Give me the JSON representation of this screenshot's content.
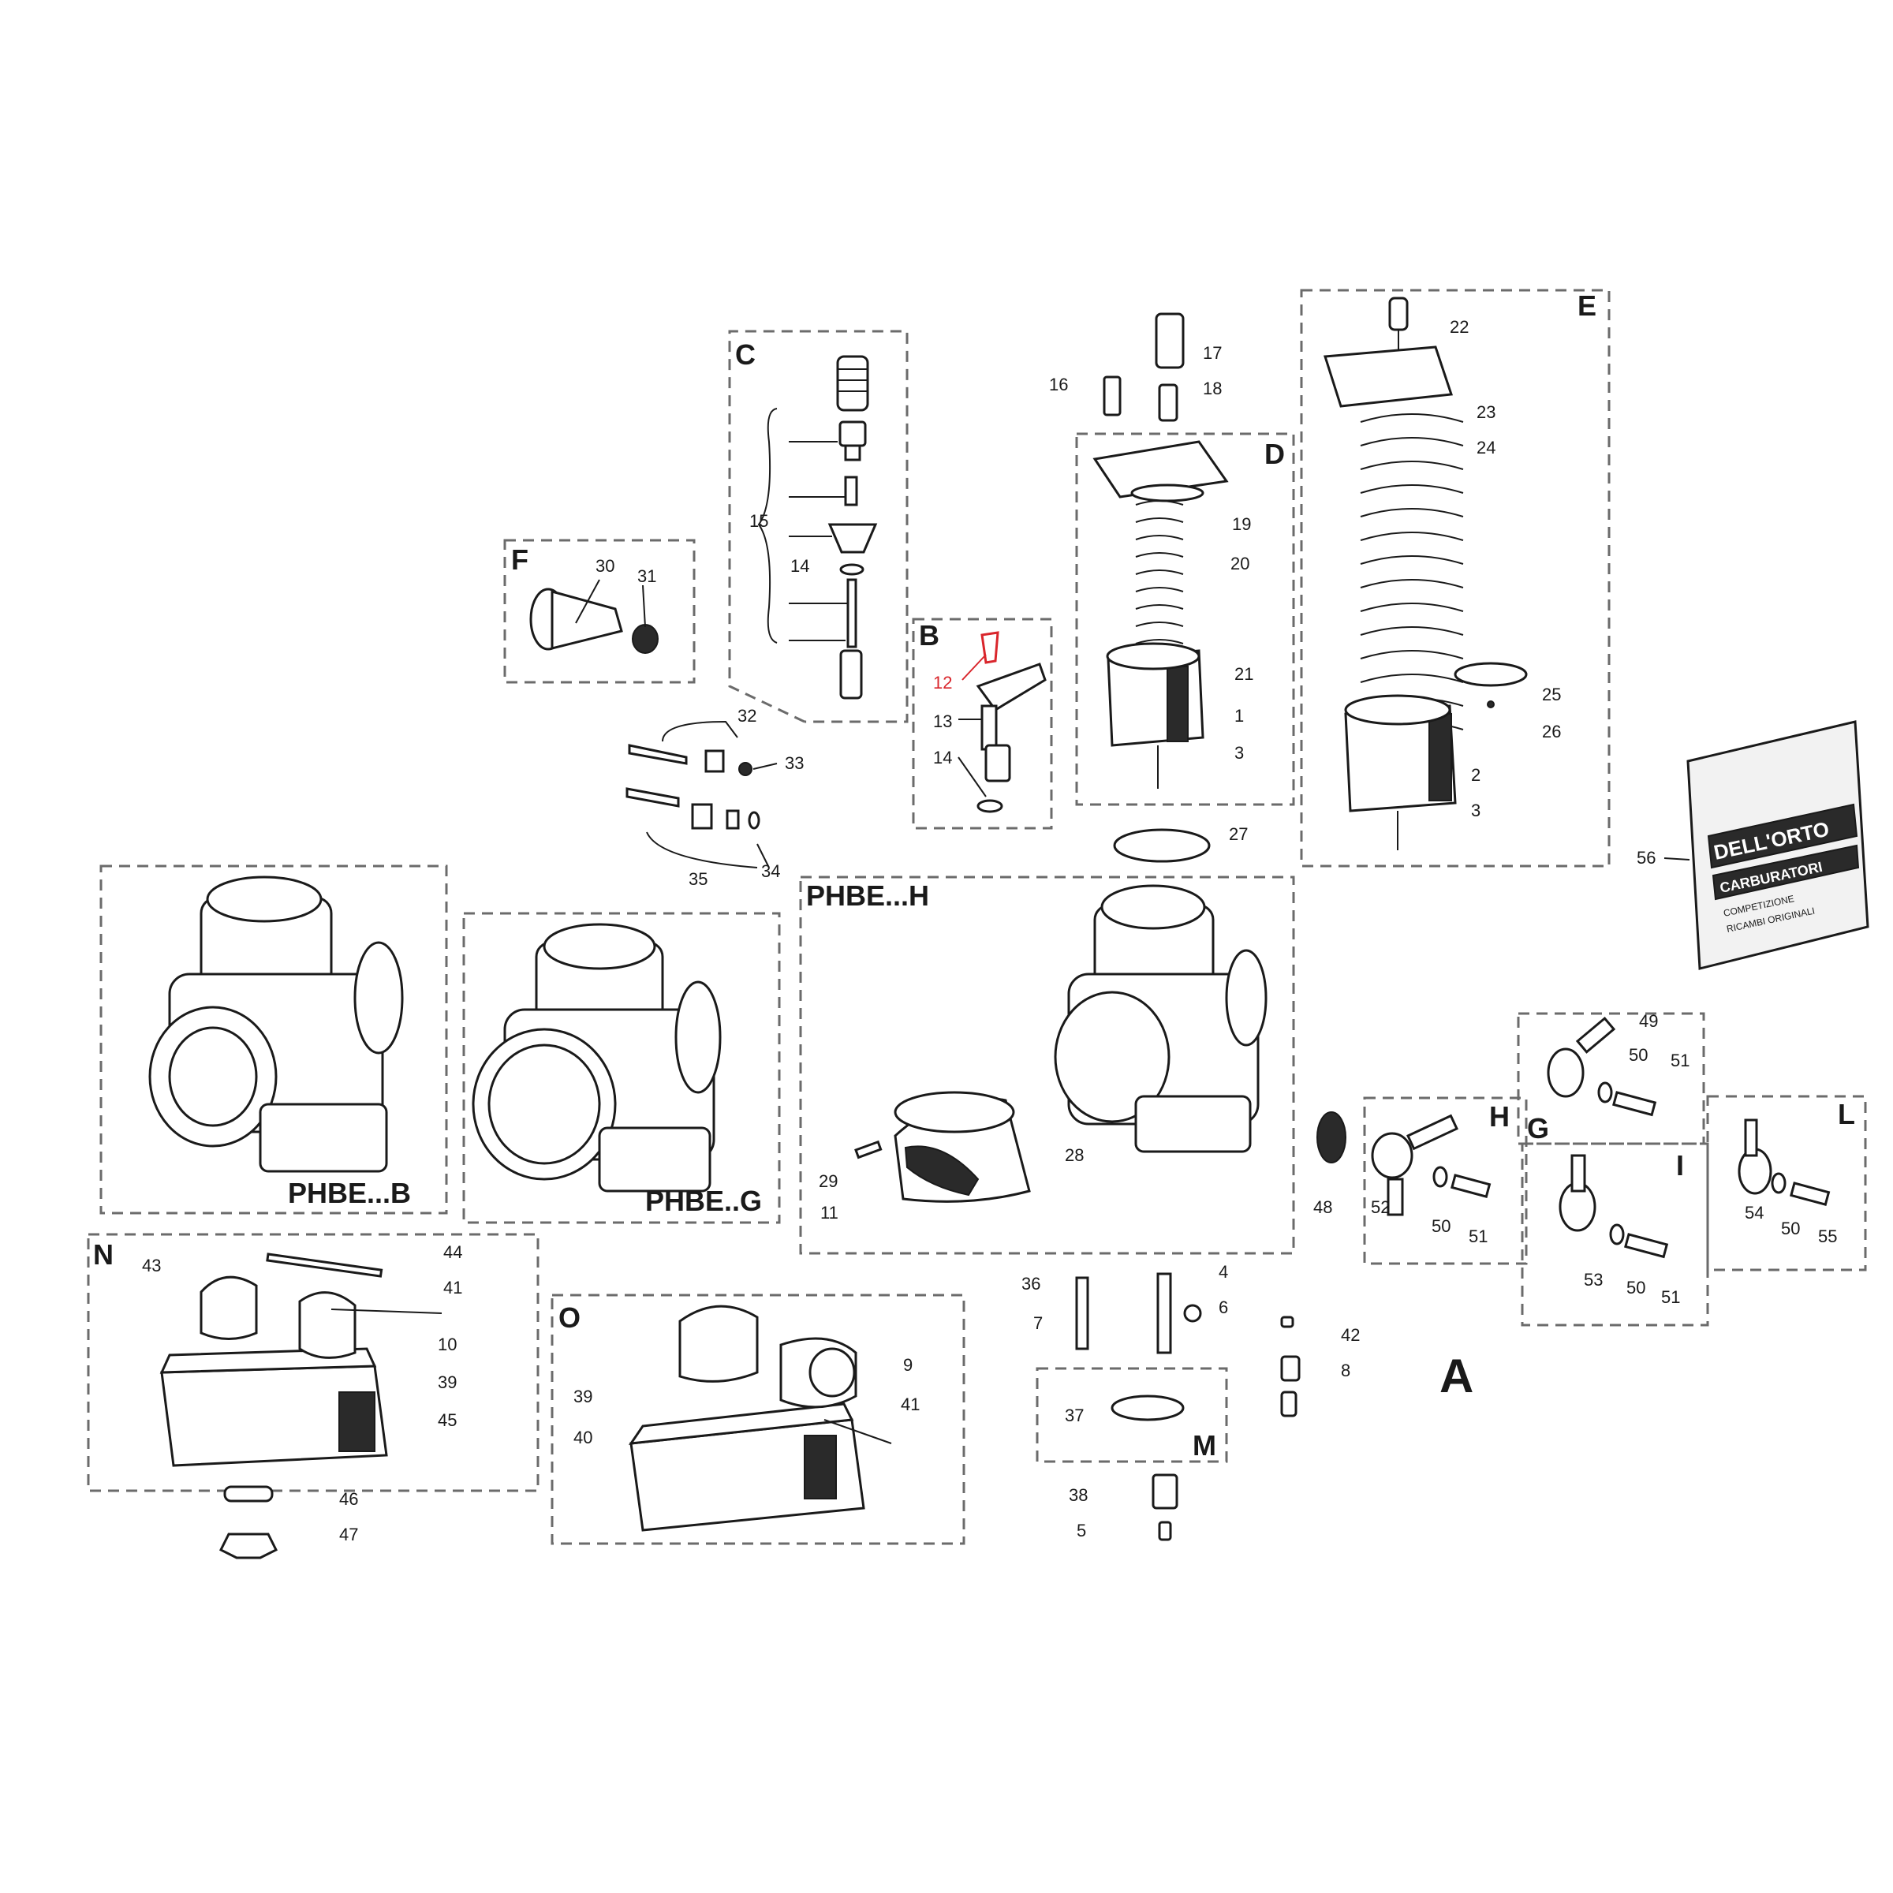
{
  "sections": {
    "c": "C",
    "f": "F",
    "b": "B",
    "d": "D",
    "e": "E",
    "n": "N",
    "o": "O",
    "m": "M",
    "h": "H",
    "g": "G",
    "i": "I",
    "l": "L",
    "assembly": "A"
  },
  "models": {
    "phbe_b": "PHBE...B",
    "phbe_g": "PHBE..G",
    "phbe_h": "PHBE...H"
  },
  "kit": {
    "brand": "DELL'ORTO",
    "label": "CARBURATORI",
    "line1": "COMPETIZIONE",
    "line2": "RICAMBI ORIGINALI"
  },
  "highlight_color": "#d9262c",
  "parts": {
    "p1": "1",
    "p2": "2",
    "p3": "3",
    "p4": "4",
    "p5": "5",
    "p6": "6",
    "p7": "7",
    "p8": "8",
    "p9": "9",
    "p10": "10",
    "p11": "11",
    "p12": "12",
    "p13": "13",
    "p14": "14",
    "p15": "15",
    "p16": "16",
    "p17": "17",
    "p18": "18",
    "p19": "19",
    "p20": "20",
    "p21": "21",
    "p22": "22",
    "p23": "23",
    "p24": "24",
    "p25": "25",
    "p26": "26",
    "p27": "27",
    "p28": "28",
    "p29": "29",
    "p30": "30",
    "p31": "31",
    "p32": "32",
    "p33": "33",
    "p34": "34",
    "p35": "35",
    "p36": "36",
    "p37": "37",
    "p38": "38",
    "p39": "39",
    "p40": "40",
    "p41": "41",
    "p42": "42",
    "p43": "43",
    "p44": "44",
    "p45": "45",
    "p46": "46",
    "p47": "47",
    "p48": "48",
    "p49": "49",
    "p50": "50",
    "p51": "51",
    "p52": "52",
    "p53": "53",
    "p54": "54",
    "p55": "55",
    "p56": "56"
  }
}
